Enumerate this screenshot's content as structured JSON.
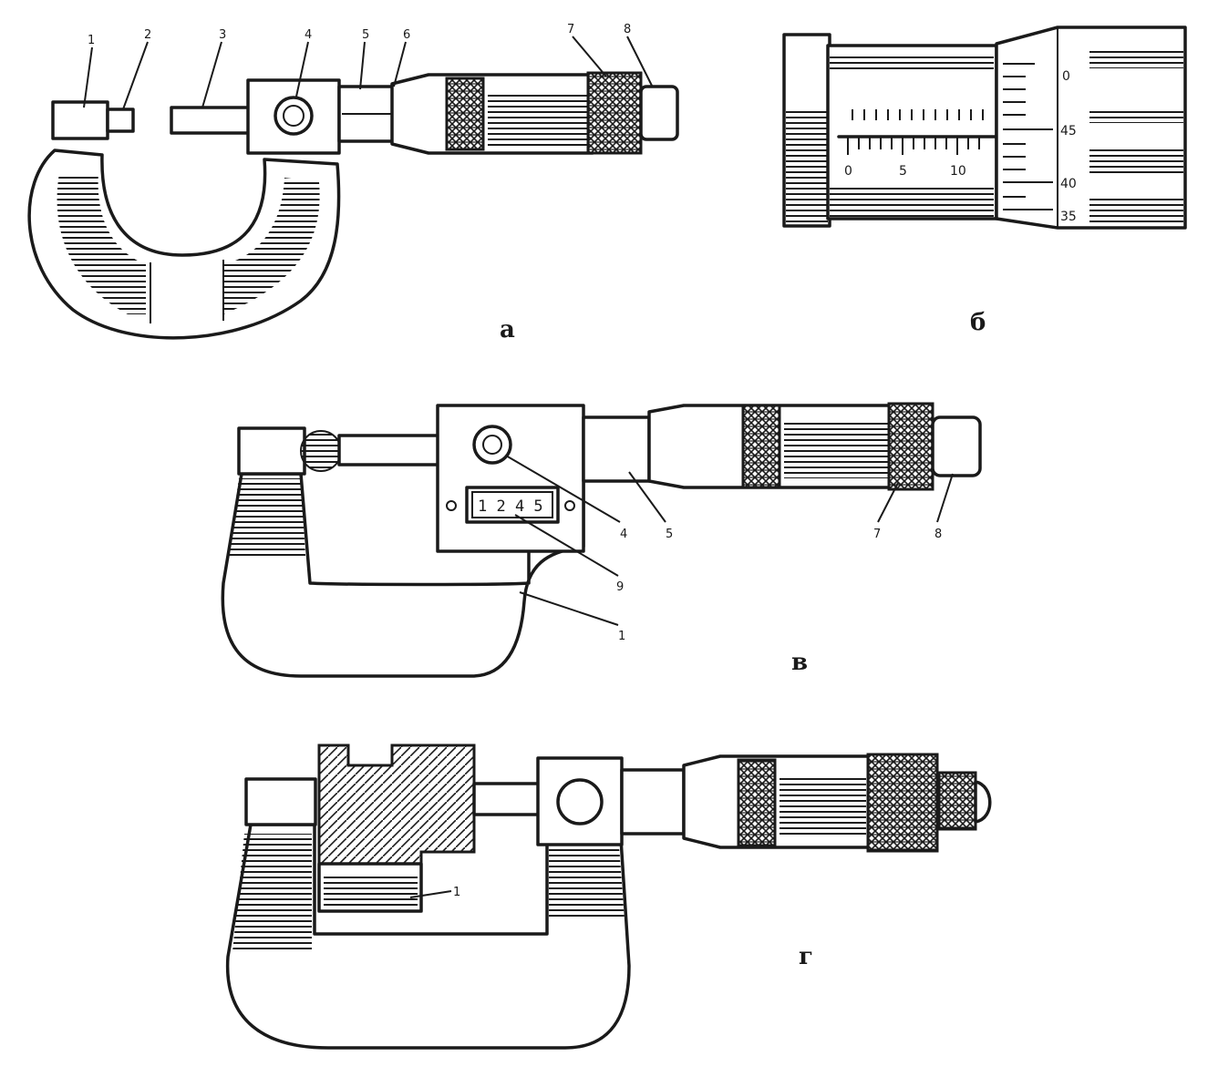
{
  "panels": {
    "a": {
      "label": "а",
      "callouts": [
        "1",
        "2",
        "3",
        "4",
        "5",
        "6",
        "7",
        "8"
      ]
    },
    "b": {
      "label": "б",
      "sleeve_numbers": [
        "0",
        "5",
        "10"
      ],
      "thimble_numbers": [
        "0",
        "45",
        "40",
        "35"
      ]
    },
    "v": {
      "label": "в",
      "display_value": "1 2 4 5",
      "callouts": [
        "4",
        "5",
        "7",
        "8",
        "9",
        "1"
      ]
    },
    "g": {
      "label": "г",
      "callouts": [
        "1"
      ]
    }
  }
}
